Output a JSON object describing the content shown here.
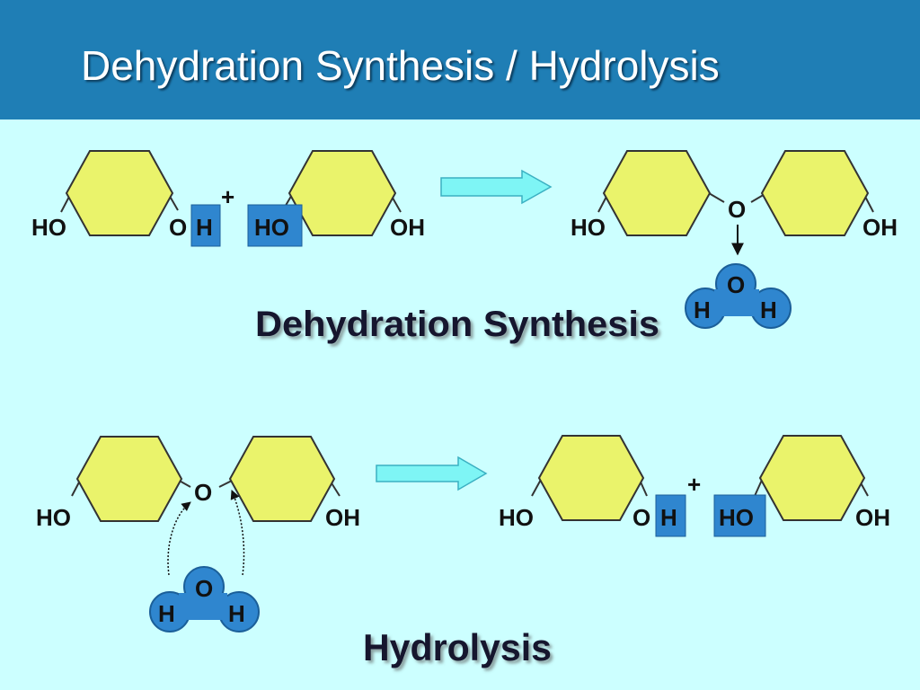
{
  "slide": {
    "title": "Dehydration Synthesis / Hydrolysis"
  },
  "labels": {
    "ho": "HO",
    "oh": "OH",
    "o": "O",
    "h": "H",
    "plus": "+"
  },
  "captions": {
    "dehydration": "Dehydration Synthesis",
    "hydrolysis": "Hydrolysis"
  },
  "colors": {
    "title_bar": "#1f7eb5",
    "background": "#ccffff",
    "ring_fill": "#eaf36b",
    "highlight_box": "#2f86cf",
    "water_blob": "#2f86cf",
    "arrow": "#7ef5f5"
  }
}
